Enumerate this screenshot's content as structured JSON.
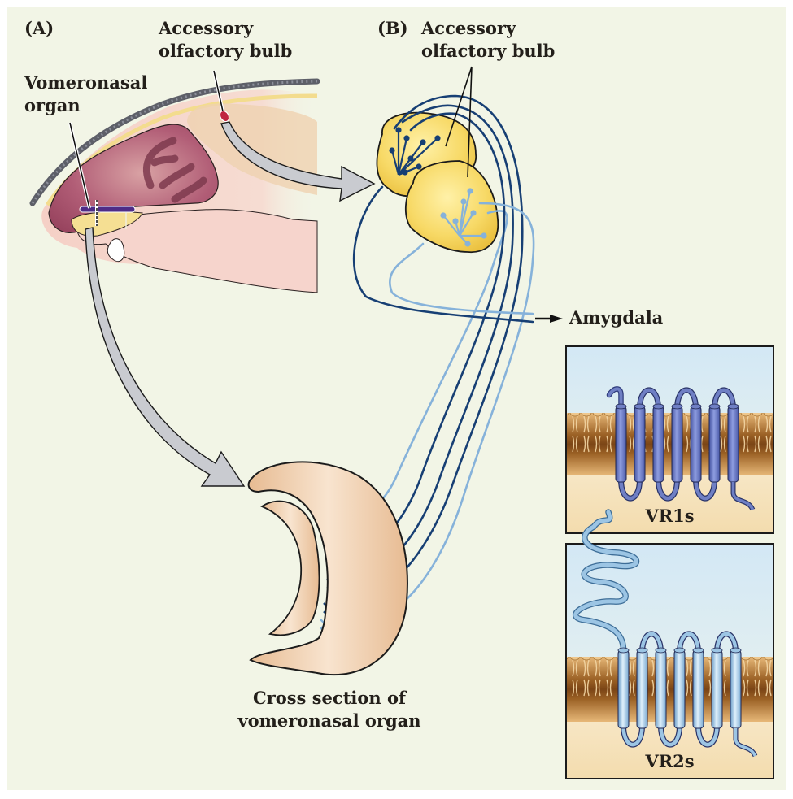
{
  "figure": {
    "panel_a": {
      "tag": "(A)",
      "labels": {
        "accessory_bulb_line1": "Accessory",
        "accessory_bulb_line2": "olfactory bulb",
        "vno_line1": "Vomeronasal",
        "vno_line2": "organ"
      }
    },
    "panel_b": {
      "tag": "(B)",
      "labels": {
        "accessory_bulb_line1": "Accessory",
        "accessory_bulb_line2": "olfactory bulb",
        "amygdala": "Amygdala",
        "cross_section_line1": "Cross section of",
        "cross_section_line2": "vomeronasal organ"
      }
    },
    "receptors": [
      {
        "name": "VR1s",
        "transmembrane_domains": 7,
        "extracellular_domain": "short",
        "color": "#6f7fc4"
      },
      {
        "name": "VR2s",
        "transmembrane_domains": 7,
        "extracellular_domain": "long",
        "color": "#9cc5e4"
      }
    ],
    "colors": {
      "background": "#f2f5e6",
      "dark_fiber": "#173f74",
      "light_fiber": "#86b2da",
      "bulb_yellow": "#f5d561",
      "vno_tissue": "#eecba6",
      "nasal_cavity": "#a9546d",
      "arrow_gray": "#c9cbd0",
      "membrane": "#c98d46"
    }
  }
}
